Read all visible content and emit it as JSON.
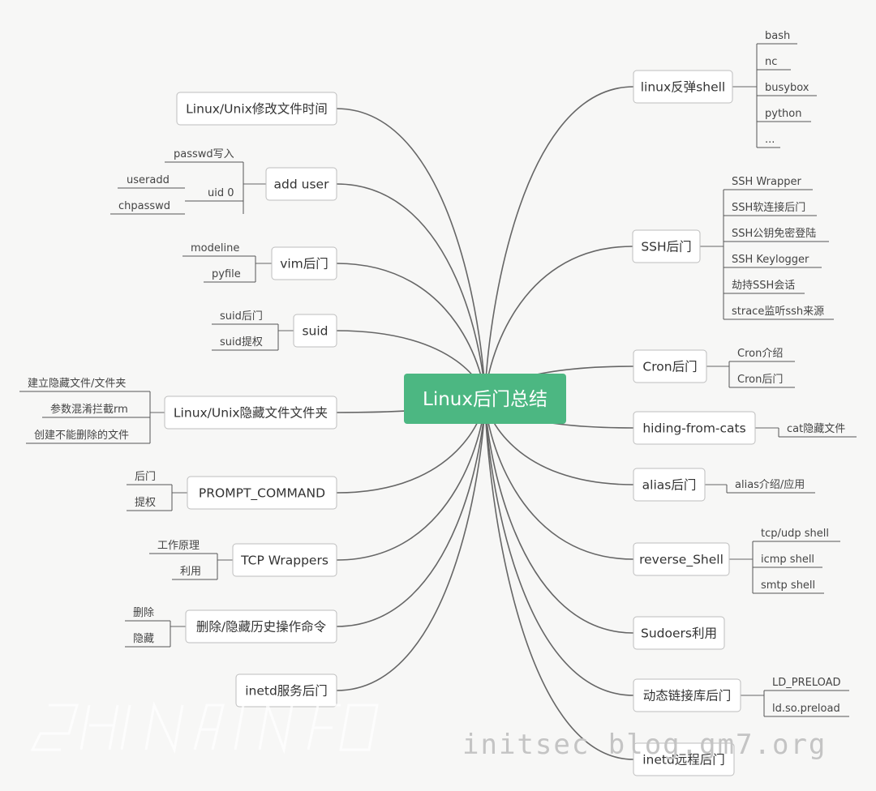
{
  "center": "Linux后门总结",
  "left_branches": [
    {
      "label": "Linux/Unix修改文件时间",
      "leaves": []
    },
    {
      "label": "add user",
      "leaves": [
        "passwd写入",
        "useradd",
        "uid 0",
        "chpasswd"
      ]
    },
    {
      "label": "vim后门",
      "leaves": [
        "modeline",
        "pyfile"
      ]
    },
    {
      "label": "suid",
      "leaves": [
        "suid后门",
        "suid提权"
      ]
    },
    {
      "label": "Linux/Unix隐藏文件文件夹",
      "leaves": [
        "建立隐藏文件/文件夹",
        "参数混淆拦截rm",
        "创建不能删除的文件"
      ]
    },
    {
      "label": "PROMPT_COMMAND",
      "leaves": [
        "后门",
        "提权"
      ]
    },
    {
      "label": "TCP Wrappers",
      "leaves": [
        "工作原理",
        "利用"
      ]
    },
    {
      "label": "删除/隐藏历史操作命令",
      "leaves": [
        "删除",
        "隐藏"
      ]
    },
    {
      "label": "inetd服务后门",
      "leaves": []
    }
  ],
  "right_branches": [
    {
      "label": "linux反弹shell",
      "leaves": [
        "bash",
        "nc",
        "busybox",
        "python",
        "..."
      ]
    },
    {
      "label": "SSH后门",
      "leaves": [
        "SSH Wrapper",
        "SSH软连接后门",
        "SSH公钥免密登陆",
        "SSH Keylogger",
        "劫持SSH会话",
        "strace监听ssh来源"
      ]
    },
    {
      "label": "Cron后门",
      "leaves": [
        "Cron介绍",
        "Cron后门"
      ]
    },
    {
      "label": "hiding-from-cats",
      "leaves": [
        "cat隐藏文件"
      ]
    },
    {
      "label": "alias后门",
      "leaves": [
        "alias介绍/应用"
      ]
    },
    {
      "label": "reverse_Shell",
      "leaves": [
        "tcp/udp shell",
        "icmp shell",
        "smtp shell"
      ]
    },
    {
      "label": "Sudoers利用",
      "leaves": []
    },
    {
      "label": "动态链接库后门",
      "leaves": [
        "LD_PRELOAD",
        "ld.so.preload"
      ]
    },
    {
      "label": "inetd远程后门",
      "leaves": []
    }
  ],
  "watermark": {
    "text": "initsec blog.gm7.org",
    "logo_text": "CHINAINFOSEC"
  },
  "colors": {
    "central": "#4cb782",
    "line": "#666666",
    "background": "#f7f7f6"
  }
}
